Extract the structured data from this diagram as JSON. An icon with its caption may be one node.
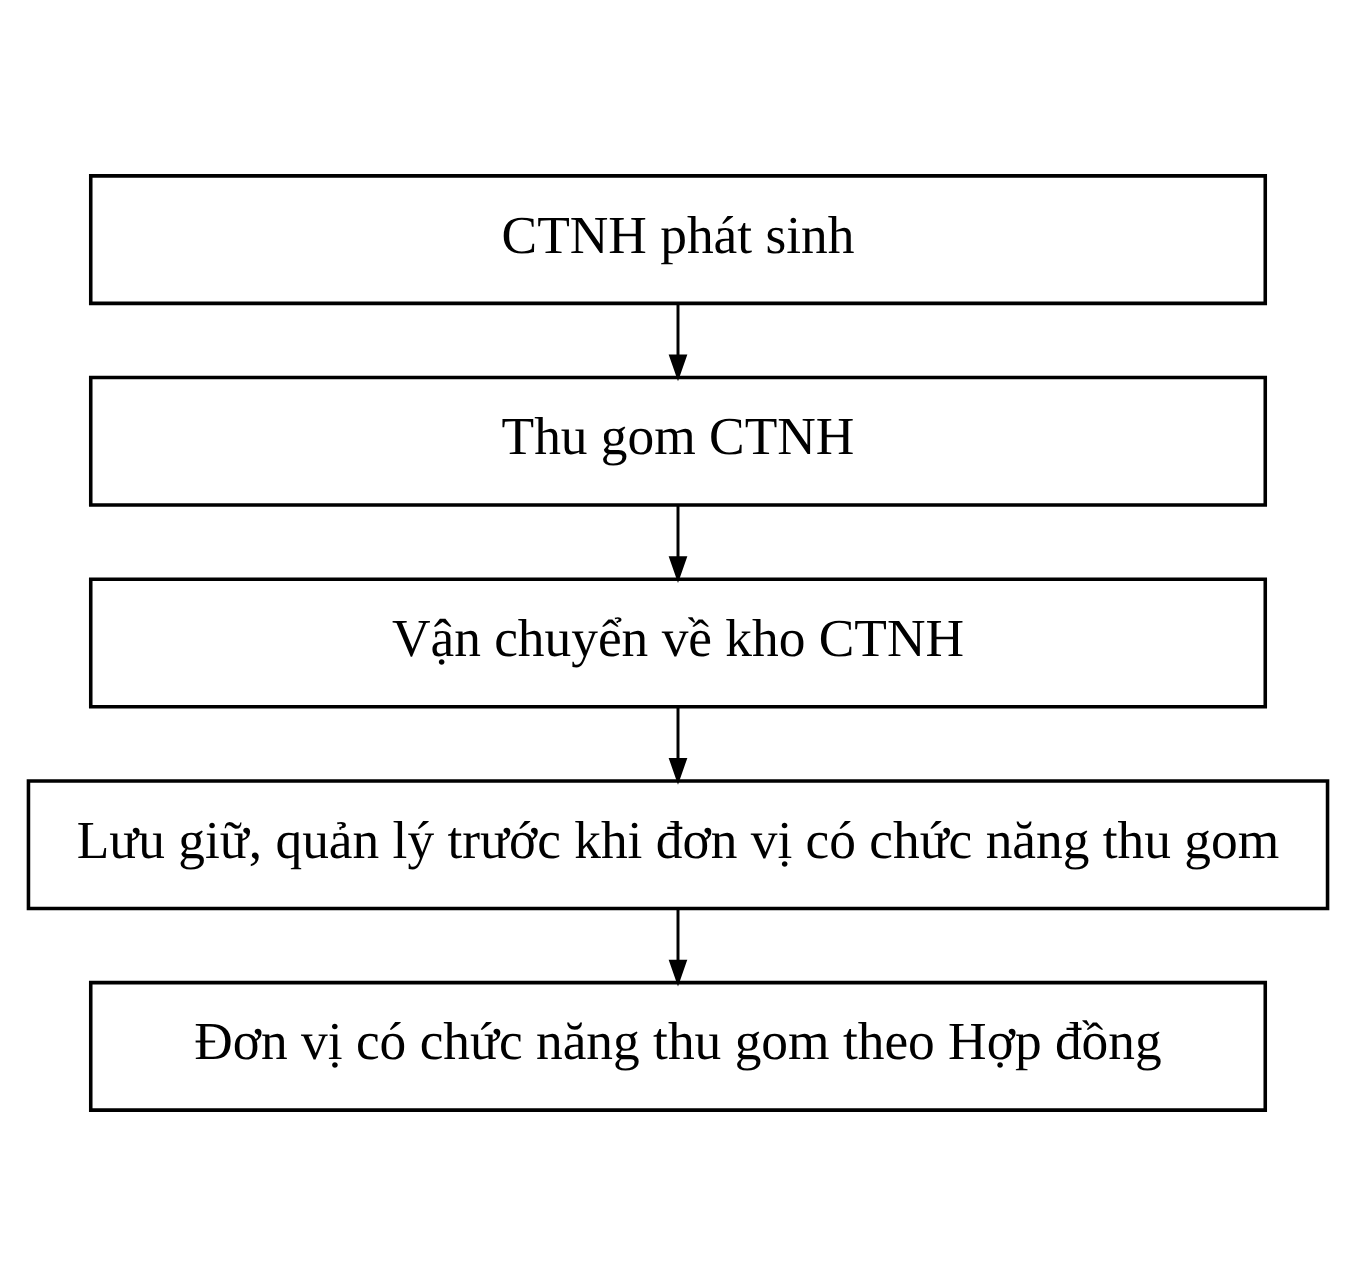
{
  "diagram": {
    "nodes": [
      {
        "text": [
          "CTNH phát sinh"
        ]
      },
      {
        "text": [
          "Thu gom CTNH"
        ]
      },
      {
        "text": [
          "Vận chuyển về kho CTNH"
        ]
      },
      {
        "text": [
          "Lưu giữ, quản lý trước khi đơn vị có chức năng thu gom"
        ]
      },
      {
        "text": [
          "Đơn vị có chức năng thu gom theo Hợp đồng"
        ]
      }
    ],
    "edges": [
      {
        "from": 0,
        "to": 1,
        "arrow": "to"
      },
      {
        "from": 1,
        "to": 2,
        "arrow": "to"
      },
      {
        "from": 2,
        "to": 3,
        "arrow": "to"
      },
      {
        "from": 3,
        "to": 4,
        "arrow": "to"
      }
    ]
  }
}
